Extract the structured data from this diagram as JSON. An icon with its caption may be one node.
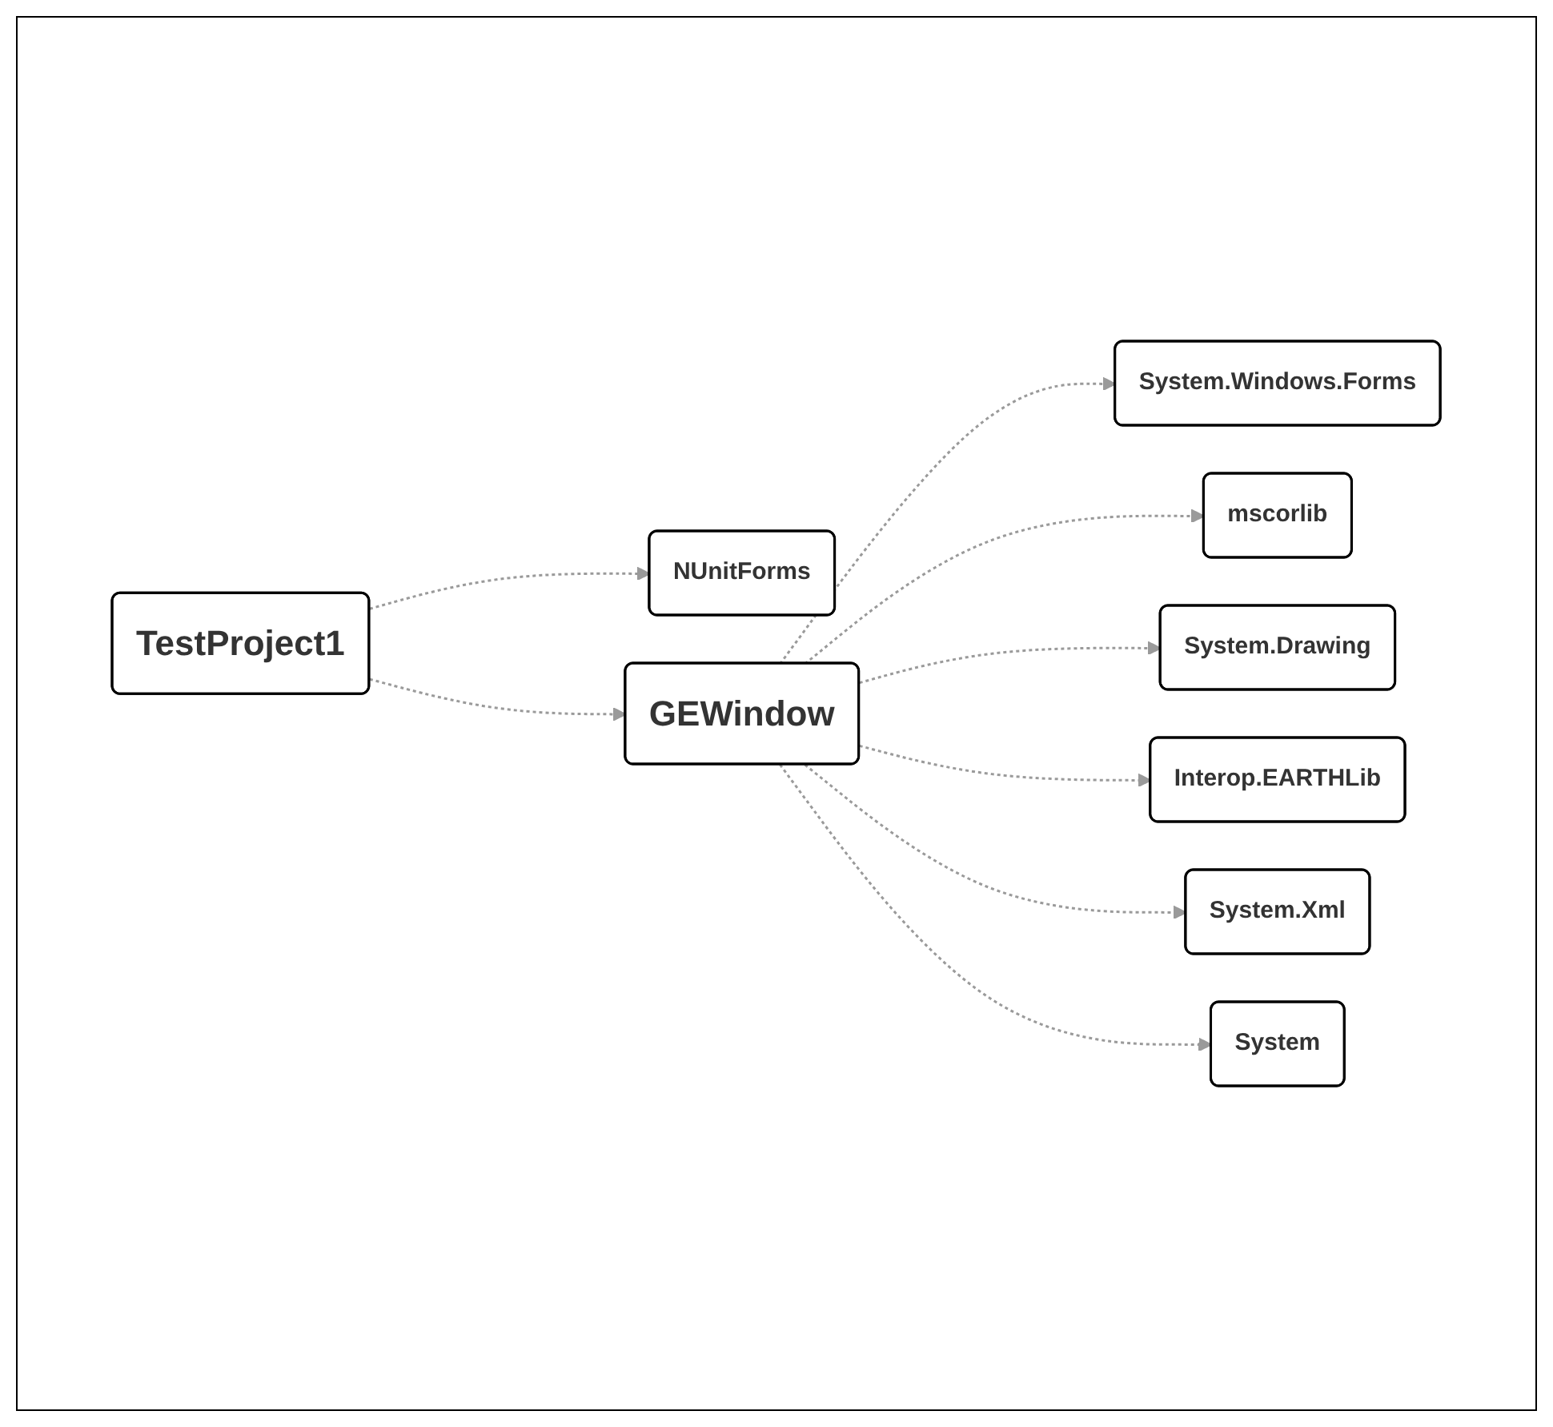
{
  "diagram": {
    "nodes": [
      {
        "text": [
          "System.Windows.Forms"
        ]
      },
      {
        "text": [
          "NUnitForms"
        ]
      },
      {
        "text": [
          "mscorlib"
        ]
      },
      {
        "text": [
          "TestProject1"
        ]
      },
      {
        "text": [
          "System.Drawing"
        ]
      },
      {
        "text": [
          "GEWindow"
        ]
      },
      {
        "text": [
          "Interop.EARTHLib"
        ]
      },
      {
        "text": [
          "System.Xml"
        ]
      },
      {
        "text": [
          "System"
        ]
      }
    ],
    "edges": [
      {
        "from": 3,
        "to": 1,
        "arrow": "to",
        "style": "dashed"
      },
      {
        "from": 3,
        "to": 5,
        "arrow": "to",
        "style": "dashed"
      },
      {
        "from": 5,
        "to": 0,
        "arrow": "to",
        "style": "dashed"
      },
      {
        "from": 5,
        "to": 2,
        "arrow": "to",
        "style": "dashed"
      },
      {
        "from": 5,
        "to": 4,
        "arrow": "to",
        "style": "dashed"
      },
      {
        "from": 5,
        "to": 6,
        "arrow": "to",
        "style": "dashed"
      },
      {
        "from": 5,
        "to": 7,
        "arrow": "to",
        "style": "dashed"
      },
      {
        "from": 5,
        "to": 8,
        "arrow": "to",
        "style": "dashed"
      }
    ]
  }
}
